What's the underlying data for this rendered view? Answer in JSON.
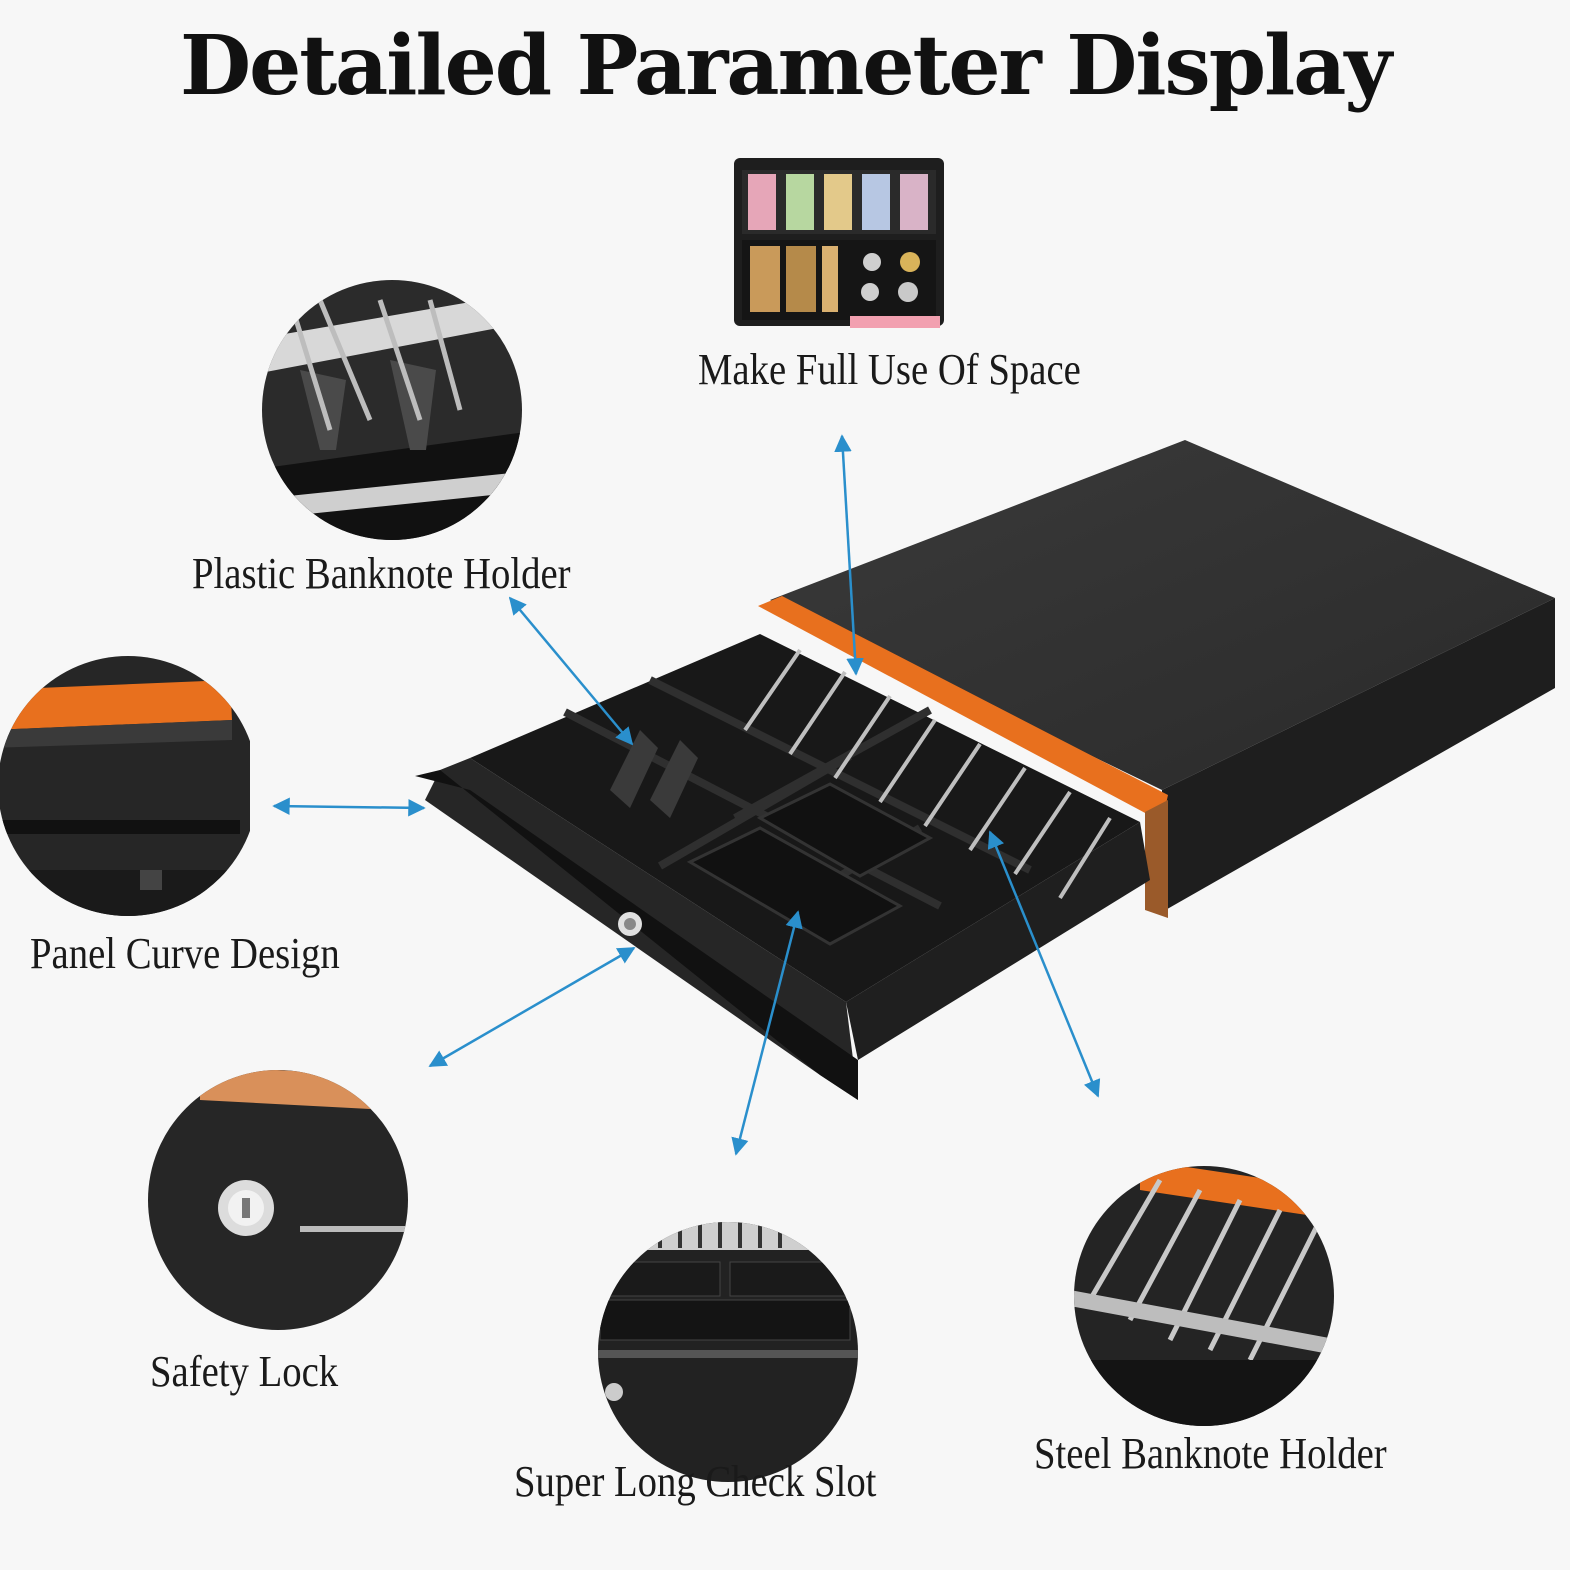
{
  "title": "Detailed Parameter Display",
  "labels": {
    "make_full_use_of_space": "Make Full Use Of Space",
    "plastic_banknote_holder": "Plastic Banknote Holder",
    "panel_curve_design": "Panel Curve Design",
    "safety_lock": "Safety Lock",
    "super_long_check_slot": "Super Long Check Slot",
    "steel_banknote_holder": "Steel Banknote Holder"
  },
  "colors": {
    "arrow": "#2a8fcc",
    "accent_orange": "#e8701e",
    "drawer_black": "#1c1c1c"
  }
}
